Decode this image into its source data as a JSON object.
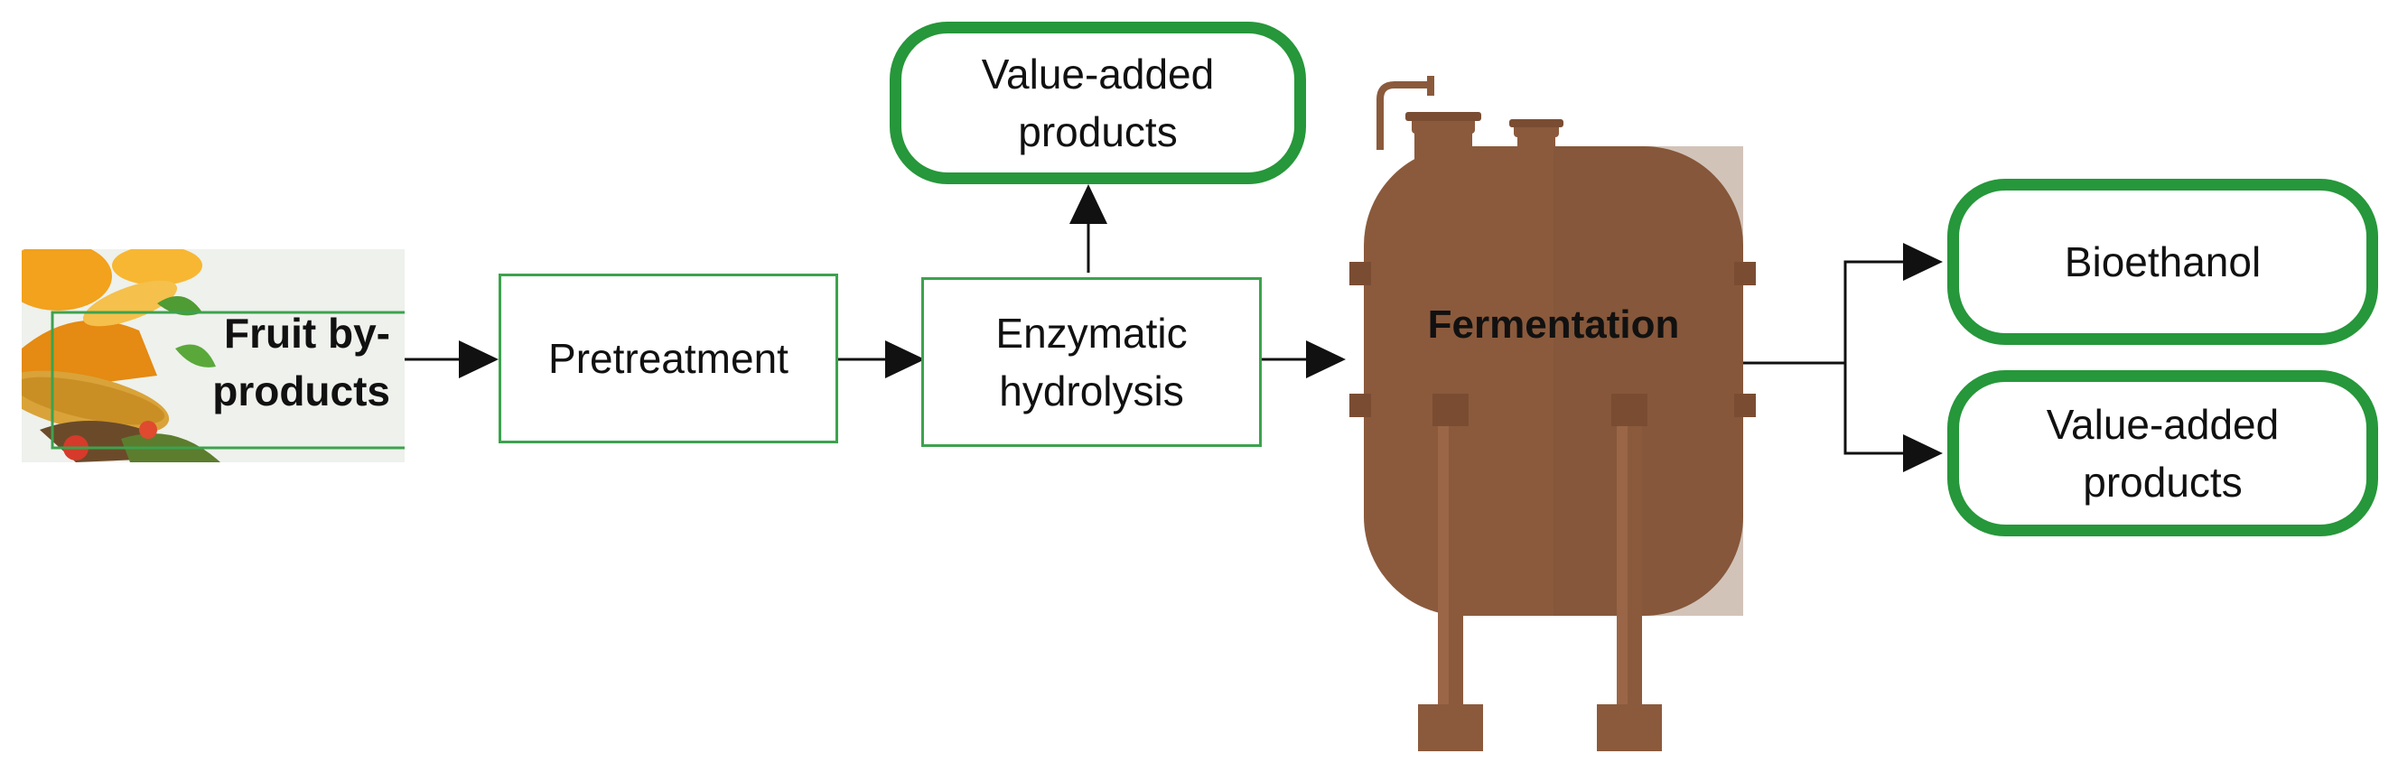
{
  "nodes": {
    "fruit": {
      "label": "Fruit by-\nproducts",
      "image": "fruit-waste-photo"
    },
    "pretreatment": {
      "label": "Pretreatment"
    },
    "hydrolysis": {
      "label": "Enzymatic\nhydrolysis"
    },
    "fermentation": {
      "label": "Fermentation",
      "image": "fermentation-tank"
    },
    "value_added_top": {
      "label": "Value-added\nproducts"
    },
    "bioethanol": {
      "label": "Bioethanol"
    },
    "value_added_bottom": {
      "label": "Value-added\nproducts"
    }
  },
  "colors": {
    "thin_border": "#3da24e",
    "pill_border": "#26973a",
    "tank": "#8b5a3c",
    "arrow": "#111111"
  }
}
